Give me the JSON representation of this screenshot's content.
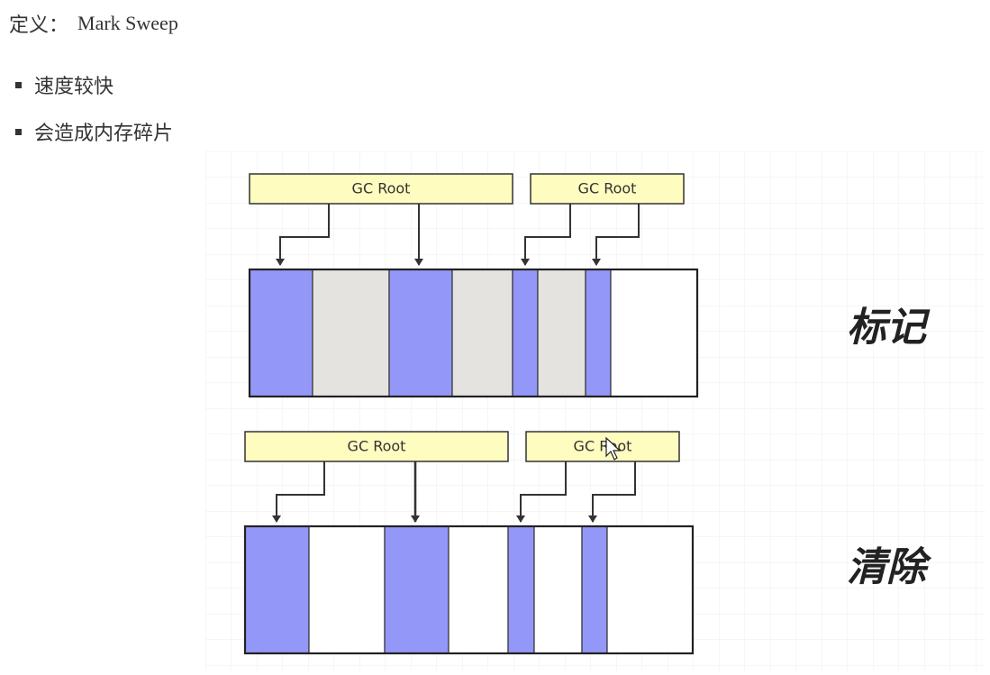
{
  "header": {
    "label": "定义：",
    "value": "Mark Sweep"
  },
  "bullets": [
    {
      "text": "速度较快"
    },
    {
      "text": "会造成内存碎片"
    }
  ],
  "diagram": {
    "colors": {
      "root_fill": "#fefcbf",
      "reachable": "#9397f7",
      "unreachable": "#e4e3df",
      "free": "#ffffff",
      "grid": "#ececec",
      "stroke": "#222222"
    },
    "panels": [
      {
        "id": "mark",
        "label": "标记",
        "roots": [
          {
            "text": "GC Root"
          },
          {
            "text": "GC Root"
          }
        ],
        "blocks": [
          "reachable",
          "unreachable",
          "reachable",
          "unreachable",
          "reachable",
          "unreachable",
          "reachable",
          "free"
        ]
      },
      {
        "id": "sweep",
        "label": "清除",
        "roots": [
          {
            "text": "GC Root"
          },
          {
            "text": "GC Root"
          }
        ],
        "blocks": [
          "reachable",
          "free",
          "reachable",
          "free",
          "reachable",
          "free",
          "reachable",
          "free"
        ]
      }
    ]
  }
}
